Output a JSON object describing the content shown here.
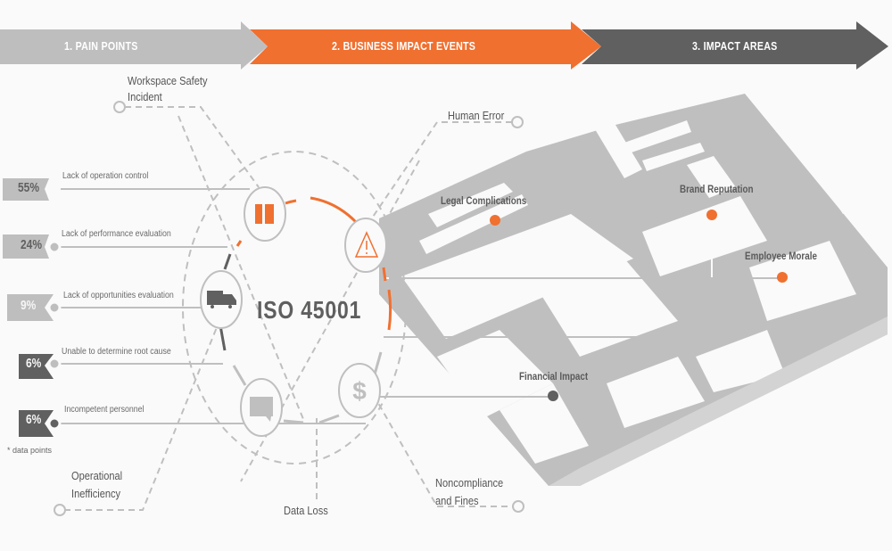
{
  "banner": {
    "steps": [
      {
        "label": "1. PAIN POINTS",
        "color": "#bfbebe"
      },
      {
        "label": "2. BUSINESS IMPACT EVENTS",
        "color": "#f07030"
      },
      {
        "label": "3. IMPACT AREAS",
        "color": "#5f605f"
      }
    ]
  },
  "center": {
    "title": "ISO 45001"
  },
  "pain_points": [
    {
      "percent": "55%",
      "label": "Lack of operation control",
      "style": "light"
    },
    {
      "percent": "24%",
      "label": "Lack of performance evaluation",
      "style": "light"
    },
    {
      "percent": "9%",
      "label": "Lack of opportunities evaluation",
      "style": "light"
    },
    {
      "percent": "6%",
      "label": "Unable to determine root cause",
      "style": "dark"
    },
    {
      "percent": "6%",
      "label": "Incompetent personnel",
      "style": "dark"
    }
  ],
  "footnote": "* data points",
  "events": {
    "workspace_safety": "Workspace Safety Incident",
    "workspace_safety_line1": "Workspace Safety",
    "workspace_safety_line2": "Incident",
    "human_error": "Human Error",
    "operational_line1": "Operational",
    "operational_line2": "Inefficiency",
    "data_loss": "Data Loss",
    "noncompliance_line1": "Noncompliance",
    "noncompliance_line2": "and Fines"
  },
  "icons": [
    {
      "name": "workspace-safety-icon",
      "color": "#f07030"
    },
    {
      "name": "warning-icon",
      "color": "#f07030"
    },
    {
      "name": "truck-icon",
      "color": "#5f605f"
    },
    {
      "name": "chat-icon",
      "color": "#bfbebe"
    },
    {
      "name": "dollar-icon",
      "color": "#bfbebe"
    }
  ],
  "impact_areas": [
    {
      "label": "Legal Complications",
      "marker_color": "#f07030"
    },
    {
      "label": "Brand Reputation",
      "marker_color": "#f07030"
    },
    {
      "label": "Employee Morale",
      "marker_color": "#f07030"
    },
    {
      "label": "Financial Impact",
      "marker_color": "#5f605f"
    }
  ],
  "colors": {
    "accent": "#f07030",
    "dark": "#5f605f",
    "light": "#bfbebe",
    "background": "#fafafa"
  }
}
